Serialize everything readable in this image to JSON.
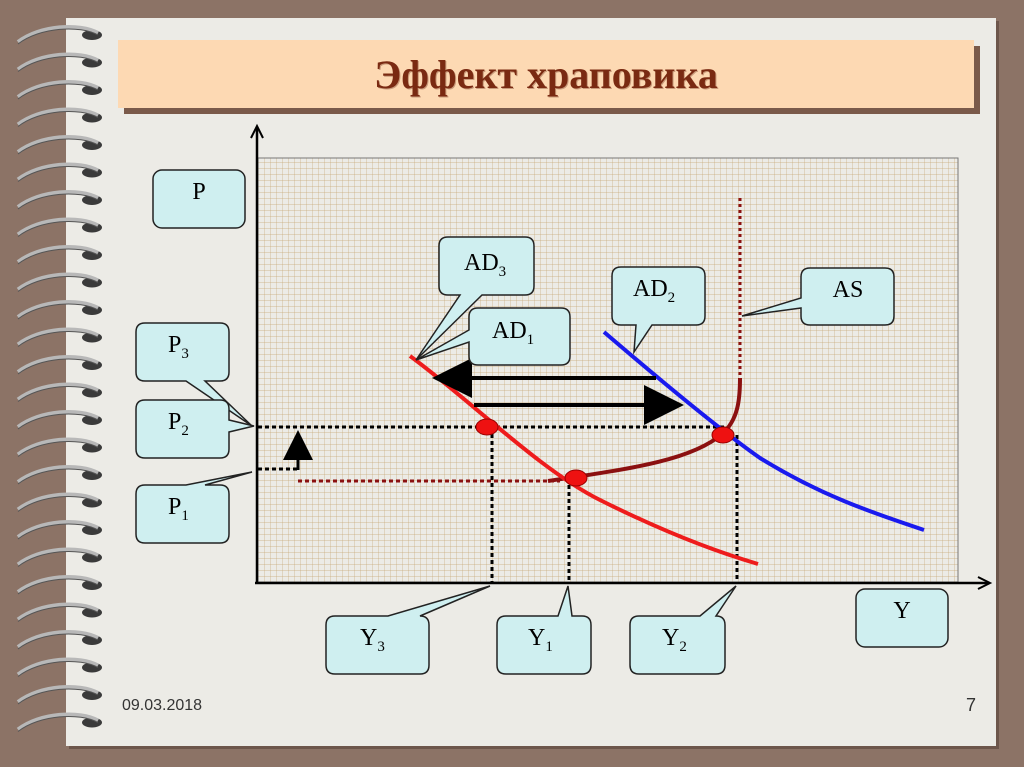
{
  "slide": {
    "title": "Эффект храповика",
    "date": "09.03.2018",
    "page_number": "7"
  },
  "axes": {
    "y_label": "P",
    "x_label": "Y"
  },
  "callouts": {
    "ad3": {
      "main": "AD",
      "sub": "3"
    },
    "ad1": {
      "main": "AD",
      "sub": "1"
    },
    "ad2": {
      "main": "AD",
      "sub": "2"
    },
    "as": {
      "main": "AS"
    },
    "p3": {
      "main": "P",
      "sub": "3"
    },
    "p2": {
      "main": "P",
      "sub": "2"
    },
    "p1": {
      "main": "P",
      "sub": "1"
    },
    "y3": {
      "main": "Y",
      "sub": "3"
    },
    "y1": {
      "main": "Y",
      "sub": "1"
    },
    "y2": {
      "main": "Y",
      "sub": "2"
    }
  },
  "colors": {
    "background": "#8c7366",
    "page": "#ecebe6",
    "title_box": "#fdd9b3",
    "title_text": "#7a2a12",
    "grid": "#c8a878",
    "ad_red": "#ee1c1c",
    "ad_blue": "#1a1aee",
    "as_curve": "#8b1010",
    "callout_fill": "#cfeff0",
    "equilibrium_point": "#ee1111"
  }
}
